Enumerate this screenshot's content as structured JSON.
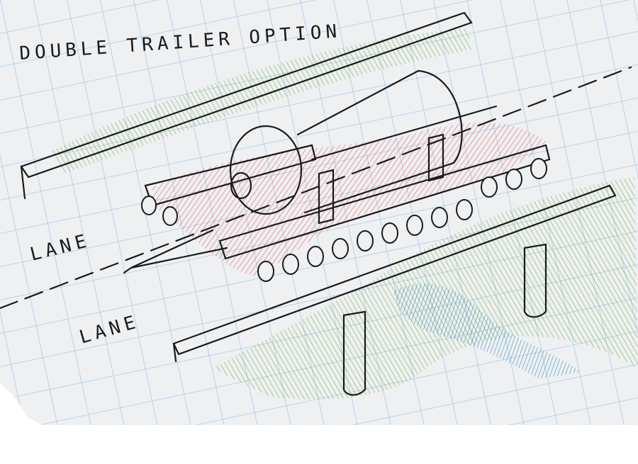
{
  "sketch": {
    "title": "DOUBLE TRAILER OPTION",
    "lane_label_upper": "LANE",
    "lane_label_lower": "LANE"
  },
  "colors": {
    "paper": "#eef0f2",
    "grid": "#9dc3e6",
    "ink": "#1a1a1a",
    "load_hatch": "#e8606a",
    "vegetation_hatch": "#79b04a",
    "water_hatch": "#3f8fb8"
  }
}
